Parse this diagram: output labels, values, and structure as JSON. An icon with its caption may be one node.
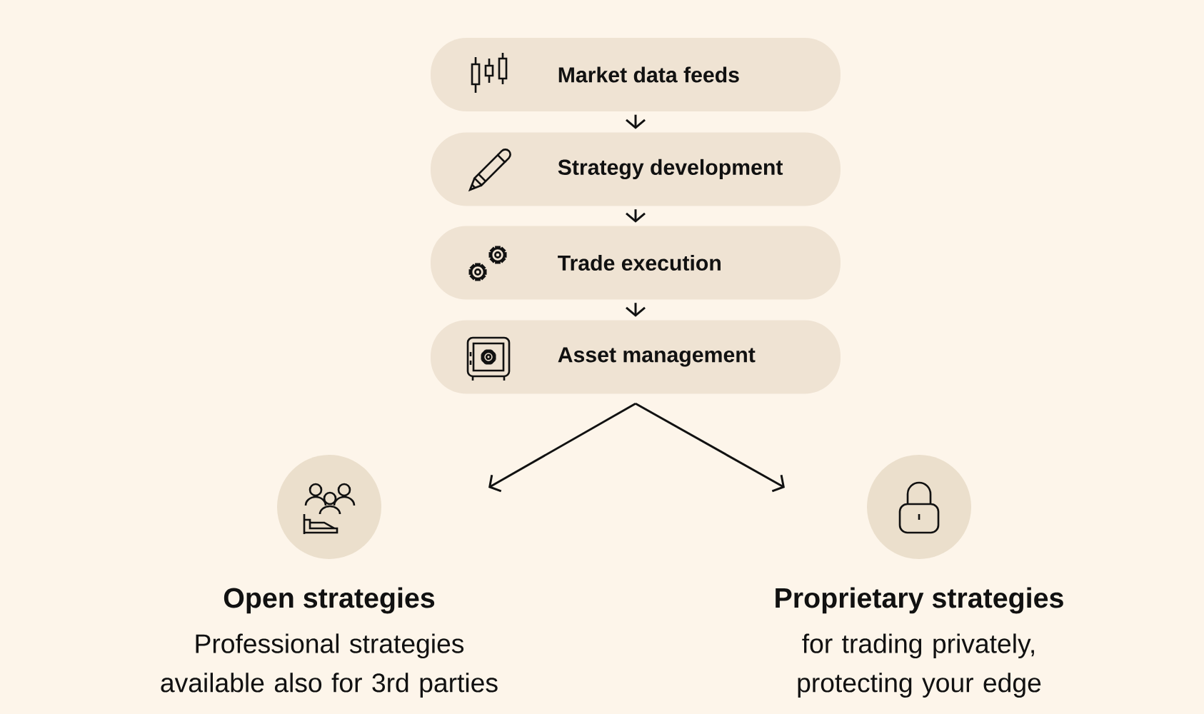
{
  "diagram": {
    "nodes": [
      {
        "text": [
          "Market data feeds"
        ]
      },
      {
        "text": [
          "Strategy development"
        ]
      },
      {
        "text": [
          "Trade execution"
        ]
      },
      {
        "text": [
          "Asset management"
        ]
      },
      {
        "text": [
          "Open strategies",
          "Professional strategies available also for 3rd parties"
        ]
      },
      {
        "text": [
          "Proprietary strategies",
          "for trading privately, protecting your edge"
        ]
      }
    ],
    "edges": [
      {
        "from": 0,
        "to": 1,
        "arrow": "to"
      },
      {
        "from": 1,
        "to": 2,
        "arrow": "to"
      },
      {
        "from": 2,
        "to": 3,
        "arrow": "to"
      },
      {
        "from": 3,
        "to": null,
        "arrow": "to"
      },
      {
        "from": 3,
        "to": null,
        "arrow": "to"
      }
    ]
  }
}
